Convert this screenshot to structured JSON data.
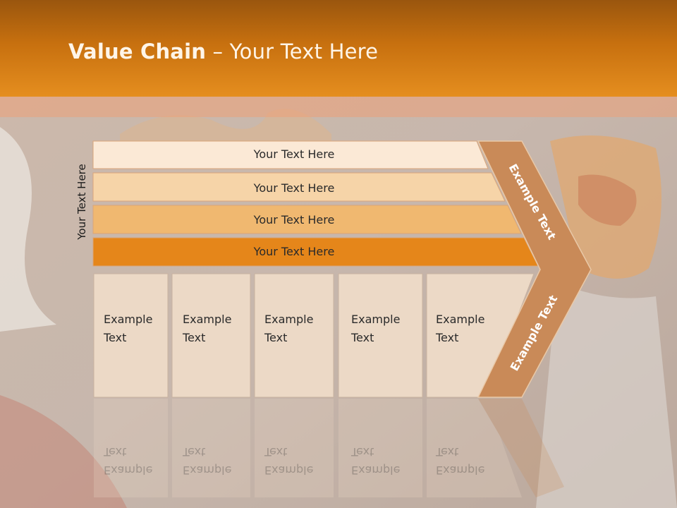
{
  "slide": {
    "title_bold": "Value Chain",
    "title_rest": " – Your Text Here",
    "side_label": "Your Text Here"
  },
  "rows": [
    {
      "label": "Your Text Here",
      "color": "#fbe9d6"
    },
    {
      "label": "Your Text Here",
      "color": "#f6d4a8"
    },
    {
      "label": "Your Text Here",
      "color": "#f0b870"
    },
    {
      "label": "Your Text Here",
      "color": "#e5861a"
    }
  ],
  "cells": [
    {
      "label": "Example\nText"
    },
    {
      "label": "Example\nText"
    },
    {
      "label": "Example\nText"
    },
    {
      "label": "Example\nText"
    },
    {
      "label": "Example\nText"
    }
  ],
  "chevron": {
    "top_label": "Example Text",
    "bottom_label": "Example Text",
    "color": "#c98a58"
  },
  "colors": {
    "header": "#d8801a",
    "cell_fill": "#ecd9c6",
    "cell_stroke": "#c9b2a0"
  }
}
